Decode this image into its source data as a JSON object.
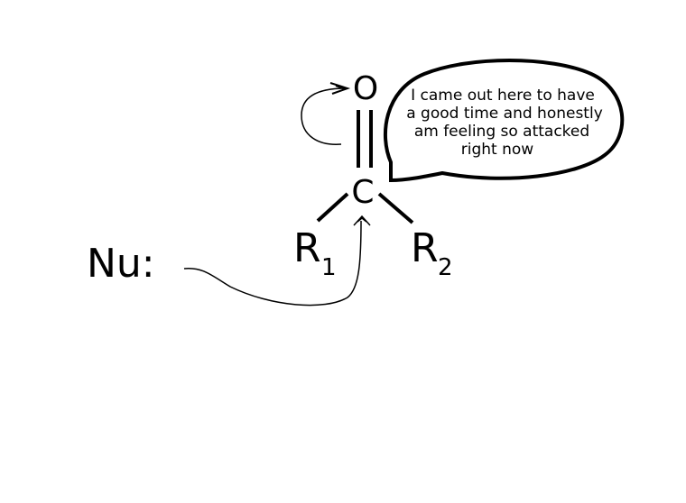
{
  "atoms": {
    "oxygen": "O",
    "carbon": "C",
    "r1_letter": "R",
    "r1_subscript": "1",
    "r2_letter": "R",
    "r2_subscript": "2",
    "nucleophile": "Nu:"
  },
  "speech_bubble": {
    "lines": [
      "I came out here to have",
      "a good time and honestly",
      "am feeling so attacked",
      "right now"
    ]
  },
  "colors": {
    "ink": "#000000",
    "background": "#ffffff"
  }
}
